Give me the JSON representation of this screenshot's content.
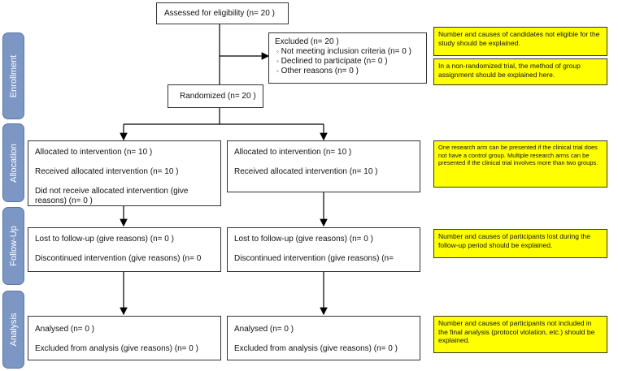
{
  "sidebar": {
    "enrollment": "Enrollment",
    "allocation": "Allocation",
    "followup": "Follow-Up",
    "analysis": "Analysis"
  },
  "assessed": "Assessed for eligibility (n= 20 )",
  "excluded": {
    "title": "Excluded  (n= 20  )",
    "items": [
      "Not meeting inclusion criteria (n= 0 )",
      "Declined to participate  (n= 0 )",
      "Other reasons  (n= 0 )"
    ],
    "bullet": "◦"
  },
  "randomized": "Randomized (n= 20  )",
  "allocation": {
    "left": {
      "line1": "Allocated to intervention  (n= 10  )",
      "line2": "Received allocated intervention (n= 10 )",
      "line3": "Did not receive allocated intervention (give reasons) (n= 0 )"
    },
    "right": {
      "line1": "Allocated to intervention  (n= 10  )",
      "line2": "Received allocated intervention (n= 10 )"
    }
  },
  "followup": {
    "left": {
      "line1": "Lost to follow-up (give reasons)  (n= 0  )",
      "line2": "Discontinued intervention (give reasons)  (n= 0"
    },
    "right": {
      "line1": "Lost to follow-up (give reasons)  (n= 0 )",
      "line2": "Discontinued intervention (give reasons)  (n="
    }
  },
  "analysis": {
    "left": {
      "line1": "Analysed (n= 0 )",
      "line2": "Excluded from analysis (give reasons) (n= 0 )"
    },
    "right": {
      "line1": "Analysed (n= 0 )",
      "line2": "Excluded from analysis (give reasons)  (n= 0  )"
    }
  },
  "notes": {
    "n1": "Number and causes of candidates not eligible for the study should be explained.",
    "n2": "In a non-randomized trial, the method of group assignment should be explained here.",
    "n3": "One research arm can be presented if the clinical trial does not have a control group. Multiple research arms can be presented if the clinical trial involves more than two groups.",
    "n4": "Number and causes of participants lost during the follow-up period should be explained.",
    "n5": "Number and causes of participants not included in the final analysis (protocol violation, etc.) should be explained."
  },
  "colors": {
    "sidebar": "#7d97c5",
    "note": "#ffff00",
    "line": "#000000"
  }
}
